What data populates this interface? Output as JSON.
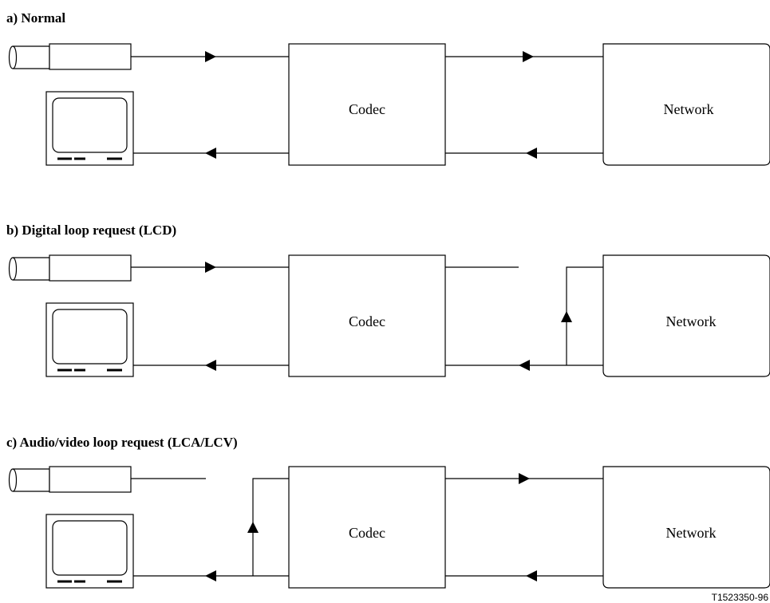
{
  "panels": [
    {
      "title": "a) Normal",
      "codec_label": "Codec",
      "network_label": "Network"
    },
    {
      "title": "b) Digital loop request (LCD)",
      "codec_label": "Codec",
      "network_label": "Network"
    },
    {
      "title": "c) Audio/video loop request (LCA/LCV)",
      "codec_label": "Codec",
      "network_label": "Network"
    }
  ],
  "figure_ref": "T1523350-96"
}
